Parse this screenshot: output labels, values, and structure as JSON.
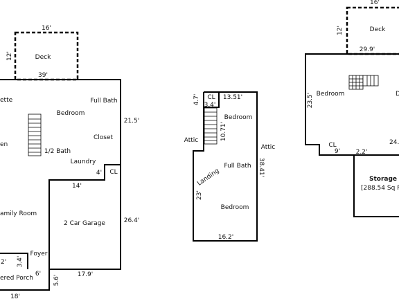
{
  "plan1": {
    "deck": {
      "width": "16'",
      "depth": "12'",
      "label": "Deck",
      "bottom": "39'"
    },
    "rooms": {
      "dinette": "ette",
      "kitchen": "en",
      "full_bath": "Full Bath",
      "bedroom": "Bedroom",
      "closet": "Closet",
      "half_bath": "1/2 Bath",
      "laundry": "Laundry",
      "cl": "CL",
      "family_room": "amily Room",
      "garage": "2 Car Garage",
      "foyer": "Foyer",
      "porch": "ered Porch"
    },
    "dims": {
      "right_wall": "21.5'",
      "cl_width": "4'",
      "garage_top": "14'",
      "garage_right": "26.4'",
      "garage_bottom": "17.9'",
      "porch_left": "2'",
      "porch_height": "3.4'",
      "foyer_gap": "6'",
      "porch_right": "5.6'",
      "bottom_width": "18'"
    }
  },
  "plan2": {
    "rooms": {
      "cl": "CL",
      "bedroom_top": "Bedroom",
      "attic_left": "Attic",
      "full_bath": "Full Bath",
      "landing": "Landing",
      "bedroom_bottom": "Bedroom",
      "attic_right": "Attic"
    },
    "dims": {
      "cl_height": "4.7'",
      "top_width": "13.51'",
      "cl_width": "3.4'",
      "stair_len": "10.71'",
      "right_len": "38.41'",
      "left_len": "23'",
      "bottom_width": "16.2'"
    }
  },
  "plan3": {
    "deck": {
      "width": "16'",
      "depth": "12'",
      "label": "Deck",
      "bottom": "29.9'"
    },
    "rooms": {
      "bedroom": "Bedroom",
      "right_room": "D",
      "cl": "CL",
      "storage": "Storage",
      "storage_area": "[288.54 Sq F"
    },
    "dims": {
      "left_wall": "23.5'",
      "cl_width": "9'",
      "storage_gap": "2.2'",
      "right_partial": "24."
    }
  }
}
